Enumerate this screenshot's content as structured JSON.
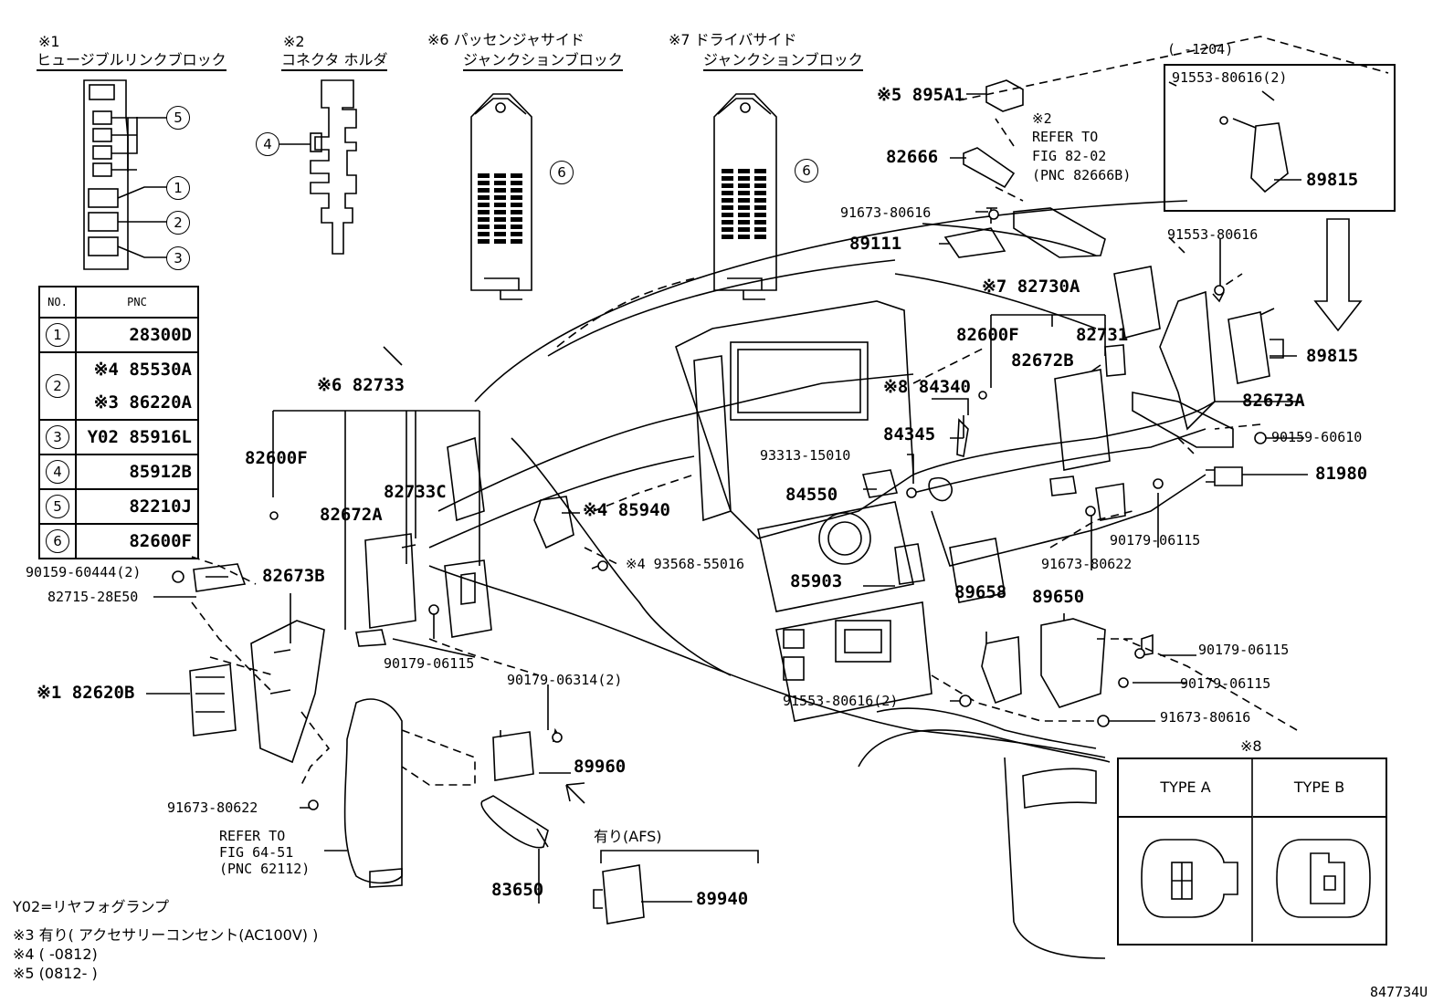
{
  "headers": {
    "h1_mark": "※1",
    "h1_text": "ヒュージブルリンクブロック",
    "h2_mark": "※2",
    "h2_text": "コネクタ ホルダ",
    "h6_line1": "※6 パッセンジャサイド",
    "h6_line2": "ジャンクションブロック",
    "h7_line1": "※7 ドライバサイド",
    "h7_line2": "ジャンクションブロック",
    "range_1204": "(    -1204)"
  },
  "pnc_table": {
    "col_no": "NO.",
    "col_pnc": "PNC",
    "rows": [
      {
        "no": "1",
        "pnc": "28300D"
      },
      {
        "no": "2",
        "pnc": "※4 85530A",
        "pnc2": "※3 86220A"
      },
      {
        "no": "3",
        "pnc": "Y02 85916L"
      },
      {
        "no": "4",
        "pnc": "85912B"
      },
      {
        "no": "5",
        "pnc": "82210J"
      },
      {
        "no": "6",
        "pnc": "82600F"
      }
    ]
  },
  "callouts": {
    "c5": "5",
    "c1": "1",
    "c2": "2",
    "c3": "3",
    "c4": "4",
    "c6a": "6",
    "c6b": "6"
  },
  "parts": {
    "p895A1": "※5 895A1",
    "p82666": "82666",
    "refer82_1": "※2",
    "refer82_2": "REFER TO",
    "refer82_3": "FIG 82-02",
    "refer82_4": "(PNC 82666B)",
    "p91673_80616a": "91673-80616",
    "p89111": "89111",
    "p91553_80616_2a": "91553-80616(2)",
    "p89815a": "89815",
    "p91553_80616": "91553-80616",
    "p82730A": "※7 82730A",
    "p82600F_c": "82600F",
    "p82731": "82731",
    "p82672B": "82672B",
    "p89815b": "89815",
    "p82673A": "82673A",
    "p84340": "※8 84340",
    "p84345": "84345",
    "p90159_60610": "90159-60610",
    "p93313": "93313-15010",
    "p84550": "84550",
    "p81980": "81980",
    "p90179_06115a": "90179-06115",
    "p91673_80622a": "91673-80622",
    "p82733": "※6 82733",
    "p82600F_l": "82600F",
    "p82733C": "82733C",
    "p82672A": "82672A",
    "p85940": "※4 85940",
    "p93568": "※4 93568-55016",
    "p85903": "85903",
    "p89658": "89658",
    "p89650": "89650",
    "p90159_60444": "90159-60444(2)",
    "p82715": "82715-28E50",
    "p82673B": "82673B",
    "p90179_06115b": "90179-06115",
    "p90179_06115c": "90179-06115",
    "p90179_06115d": "90179-06115",
    "p82620B": "※1 82620B",
    "p90179_06314": "90179-06314(2)",
    "p91553_80616_2b": "91553-80616(2)",
    "p91673_80616b": "91673-80616",
    "p89960": "89960",
    "p91673_80622b": "91673-80622",
    "refer64_1": "REFER TO",
    "refer64_2": "FIG 64-51",
    "refer64_3": "(PNC 62112)",
    "p83650": "83650",
    "afs": "有り(AFS)",
    "p89940": "89940",
    "mark8": "※8"
  },
  "types": {
    "a": "TYPE A",
    "b": "TYPE B"
  },
  "notes": {
    "n1": "Y02=リヤフォグランプ",
    "n2": "※3  有り( アクセサリーコンセント(AC100V) )",
    "n3": "※4  (     -0812)",
    "n4": "※5  (0812-     )"
  },
  "diagram_id": "847734U"
}
